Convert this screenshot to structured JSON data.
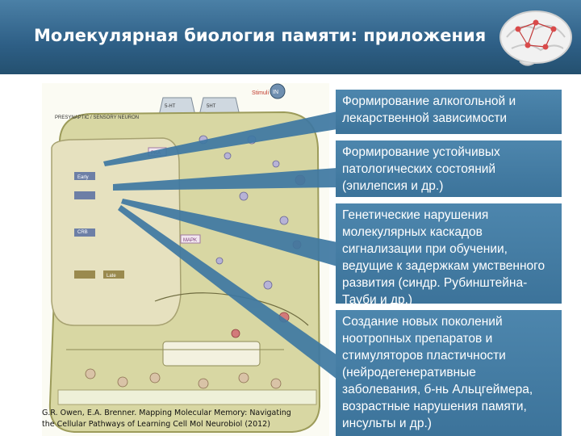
{
  "header": {
    "title": "Молекулярная биология памяти: приложения"
  },
  "diagram": {
    "stimuli_label": "Stimuli",
    "in_label": "IN",
    "neuron_label": "PRESYNAPTIC / SENSORY NEURON",
    "ht1": "5-HT",
    "ht2": "5HT",
    "pka": "PKA",
    "mapk": "MAPK",
    "crb": "CRB",
    "early": "Early",
    "late": "Late"
  },
  "citation": {
    "line1": "G.R. Owen, E.A. Brenner. Mapping Molecular Memory: Navigating",
    "line2": "the Cellular Pathways of Learning Cell Mol Neurobiol (2012)"
  },
  "applications": [
    "Формирование алкогольной и лекарственной зависимости",
    "Формирование устойчивых патологических состояний (эпилепсия и др.)",
    "Генетические нарушения молекулярных каскадов сигнализации при обучении, ведущие к задержкам умственного развития (синдр. Рубинштейна-Тауби и др.)",
    "Создание новых поколений ноотропных препаратов и стимуляторов пластичности (нейродегенеративные заболевания, б-нь Альцгеймера, возрастные нарушения памяти, инсульты и др.)"
  ],
  "colors": {
    "header": "#2e5f86",
    "box": "#4379a0",
    "cell_fill": "#dcdcaa",
    "nucleus_fill": "#e9e3c5"
  }
}
